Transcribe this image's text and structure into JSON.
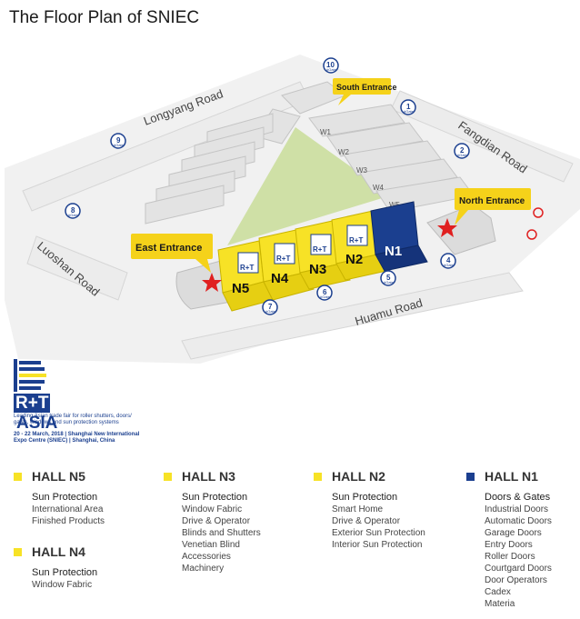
{
  "title": "The Floor Plan of SNIEC",
  "roads": {
    "north": "Longyang Road",
    "west": "Luoshan Road",
    "east": "Fangdian Road",
    "south": "Huamu Road"
  },
  "entrances": {
    "south": "South Entrance",
    "north": "North Entrance",
    "east": "East Entrance"
  },
  "gates": [
    "1",
    "2",
    "4",
    "5",
    "6",
    "7",
    "8",
    "9",
    "10"
  ],
  "gate_caption": "#Gate",
  "halls_on_map": [
    "N1",
    "N2",
    "N3",
    "N4",
    "N5"
  ],
  "w_halls": [
    "W1",
    "W2",
    "W3",
    "W4",
    "W5"
  ],
  "booth_logo": "R+T",
  "logo": {
    "name": "R+T",
    "asia": "ASIA",
    "tagline_1": "Leading Asian trade fair for roller shutters, doors/",
    "tagline_2": "gates, windows and sun protection systems",
    "dates_1": "20 - 22 March, 2018 | Shanghai New International",
    "dates_2": "Expo Centre (SNIEC) | Shanghai, China"
  },
  "colors": {
    "yellow": "#f7e226",
    "blue": "#1b3f8f",
    "grass": "#cfe0a6",
    "building": "#e3e3e3",
    "callout": "#f5d21a"
  },
  "legend": {
    "n5": {
      "hall": "HALL N5",
      "category": "Sun Protection",
      "items": [
        "International Area",
        "Finished Products"
      ]
    },
    "n4": {
      "hall": "HALL N4",
      "category": "Sun Protection",
      "items": [
        "Window Fabric"
      ]
    },
    "n3": {
      "hall": "HALL N3",
      "category": "Sun Protection",
      "items": [
        "Window Fabric",
        "Drive & Operator",
        "Blinds and Shutters",
        "Venetian Blind",
        "Accessories",
        "Machinery"
      ]
    },
    "n2": {
      "hall": "HALL N2",
      "category": "Sun Protection",
      "items": [
        "Smart Home",
        "Drive & Operator",
        "Exterior Sun Protection",
        "Interior Sun Protection"
      ]
    },
    "n1": {
      "hall": "HALL N1",
      "category": "Doors & Gates",
      "items": [
        "Industrial Doors",
        "Automatic Doors",
        "Garage Doors",
        "Entry Doors",
        "Roller Doors",
        "Courtgard Doors",
        "Door Operators",
        "Cadex",
        "Materia"
      ]
    }
  }
}
